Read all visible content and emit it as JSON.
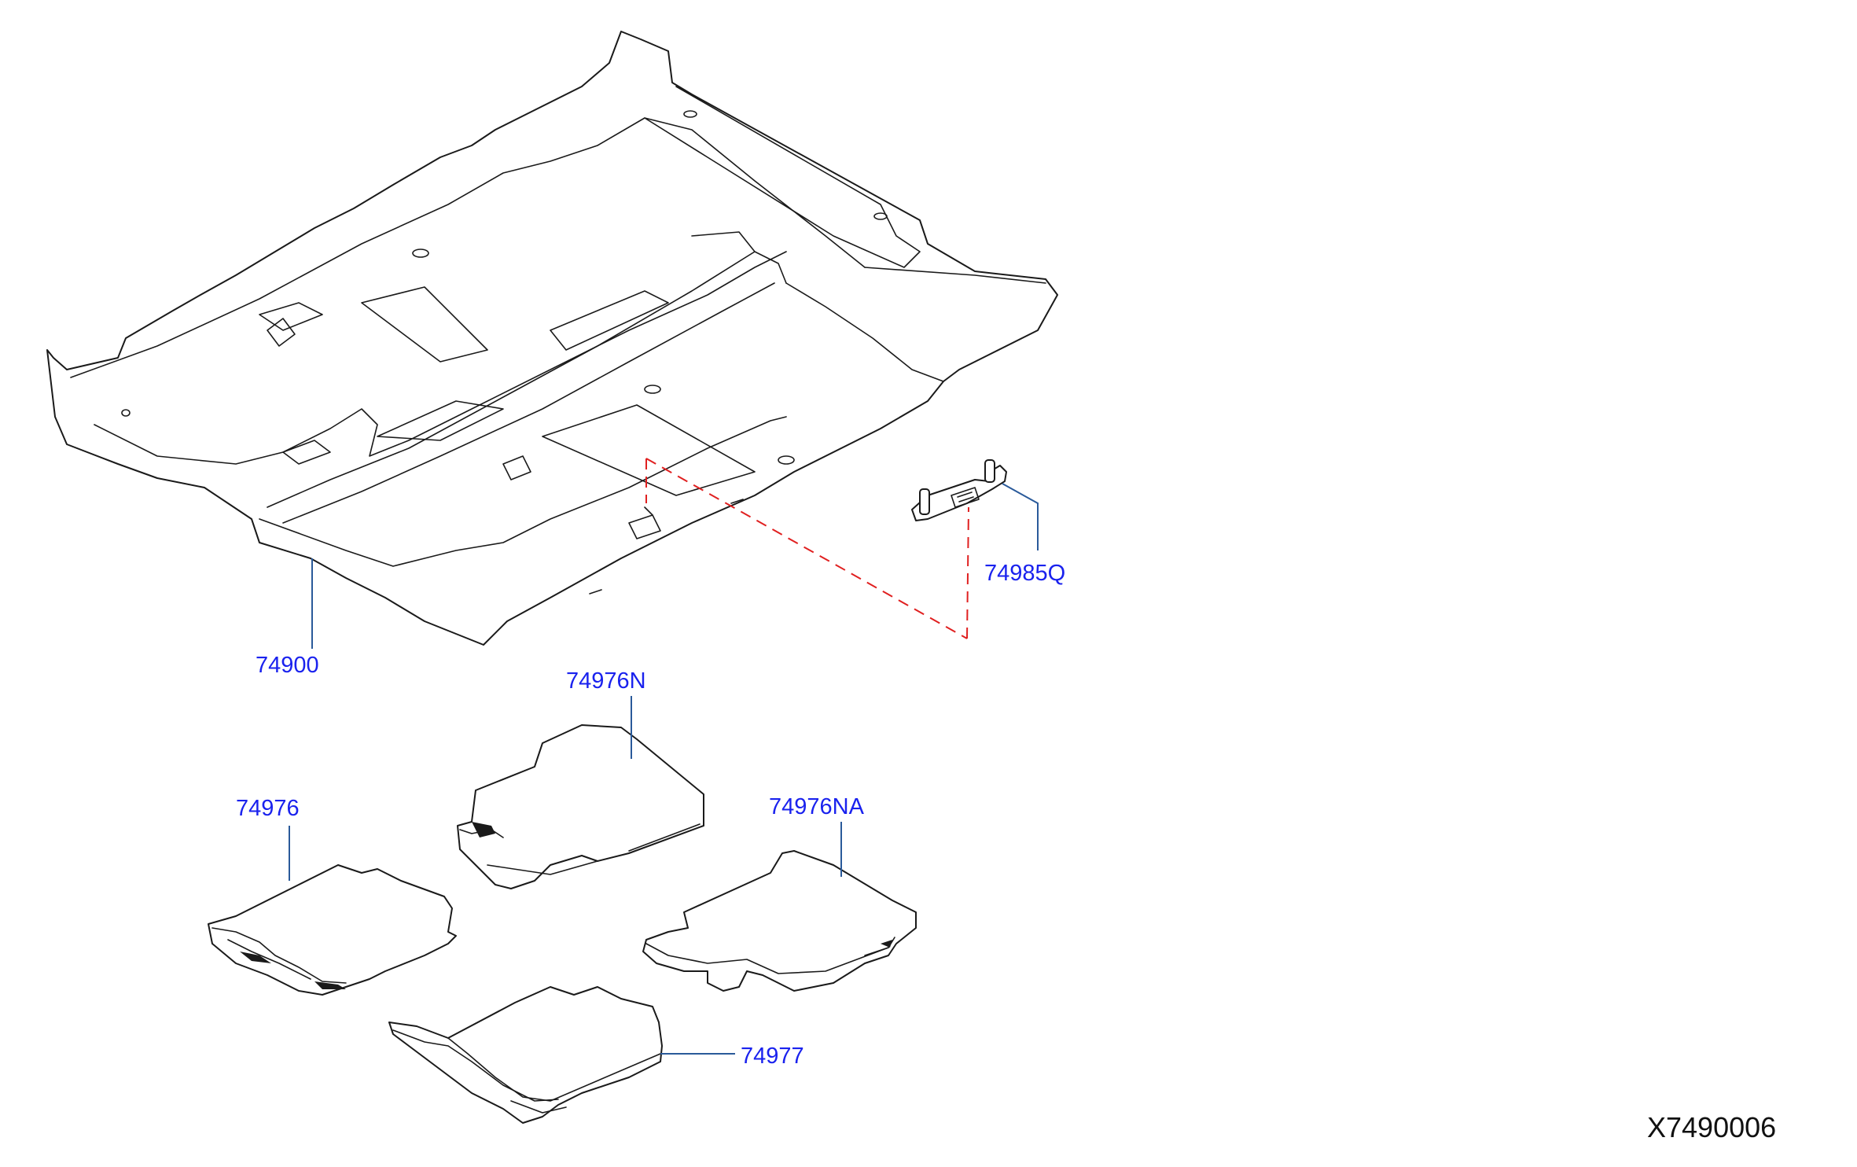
{
  "diagram": {
    "colors": {
      "part_label": "#1a22ee",
      "leader_line": "#2a5a9a",
      "assembly_dash": "#e02020",
      "outline": "#1a1a1a"
    },
    "parts": [
      {
        "id": "carpet-assy",
        "number": "74900"
      },
      {
        "id": "clip",
        "number": "74985Q"
      },
      {
        "id": "front-mat-right",
        "number": "74976N"
      },
      {
        "id": "front-mat-left",
        "number": "74976"
      },
      {
        "id": "rear-mat-right",
        "number": "74976NA"
      },
      {
        "id": "rear-mat-center",
        "number": "74977"
      }
    ],
    "drawing_code": "X7490006"
  }
}
